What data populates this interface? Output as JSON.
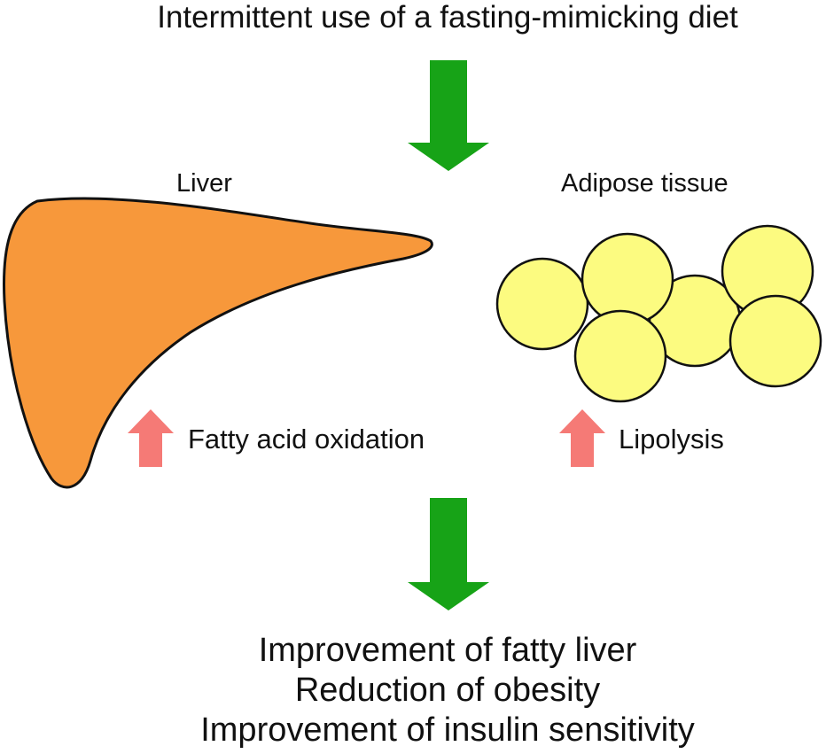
{
  "diagram": {
    "title": "Intermittent use of a fasting-mimicking diet",
    "liver_label": "Liver",
    "adipose_label": "Adipose tissue",
    "liver_effect": "Fatty acid oxidation",
    "adipose_effect": "Lipolysis",
    "outcomes": [
      "Improvement of fatty liver",
      "Reduction of obesity",
      "Improvement of insulin sensitivity"
    ]
  },
  "colors": {
    "down_arrow": "#17a317",
    "up_arrow": "#f57a76",
    "liver_fill": "#f7983b",
    "adipocyte_fill": "#fcfb80",
    "outline": "#111111"
  }
}
